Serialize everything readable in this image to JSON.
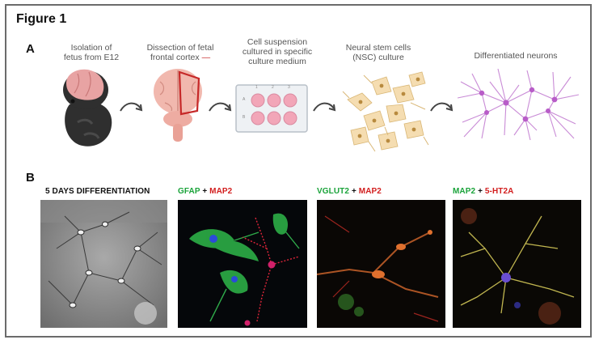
{
  "figure": {
    "title": "Figure 1"
  },
  "panelA": {
    "letter": "A",
    "steps": [
      {
        "caption_lines": [
          "Isolation of",
          "fetus from E12"
        ]
      },
      {
        "caption_lines": [
          "Dissection of fetal",
          "frontal cortex"
        ]
      },
      {
        "caption_lines": [
          "Cell suspension",
          "cultured in specific",
          "culture medium"
        ]
      },
      {
        "caption_lines": [
          "Neural stem cells",
          "(NSC) culture"
        ]
      },
      {
        "caption_lines": [
          "Differentiated neurons"
        ]
      }
    ],
    "plate_labels": [
      "1",
      "2",
      "3",
      "A",
      "B"
    ]
  },
  "panelB": {
    "letter": "B",
    "images": [
      {
        "parts": [
          {
            "text": "5 DAYS DIFFERENTIATION",
            "color": "#111111"
          }
        ]
      },
      {
        "parts": [
          {
            "text": "GFAP",
            "color": "#1aa33a"
          },
          {
            "text": " + ",
            "color": "#111111"
          },
          {
            "text": "MAP2",
            "color": "#d21e1e"
          }
        ]
      },
      {
        "parts": [
          {
            "text": "VGLUT2",
            "color": "#1aa33a"
          },
          {
            "text": " + ",
            "color": "#111111"
          },
          {
            "text": "MAP2",
            "color": "#d21e1e"
          }
        ]
      },
      {
        "parts": [
          {
            "text": "MAP2",
            "color": "#1aa33a"
          },
          {
            "text": " + ",
            "color": "#111111"
          },
          {
            "text": "5-HT2A",
            "color": "#d21e1e"
          }
        ]
      }
    ]
  }
}
